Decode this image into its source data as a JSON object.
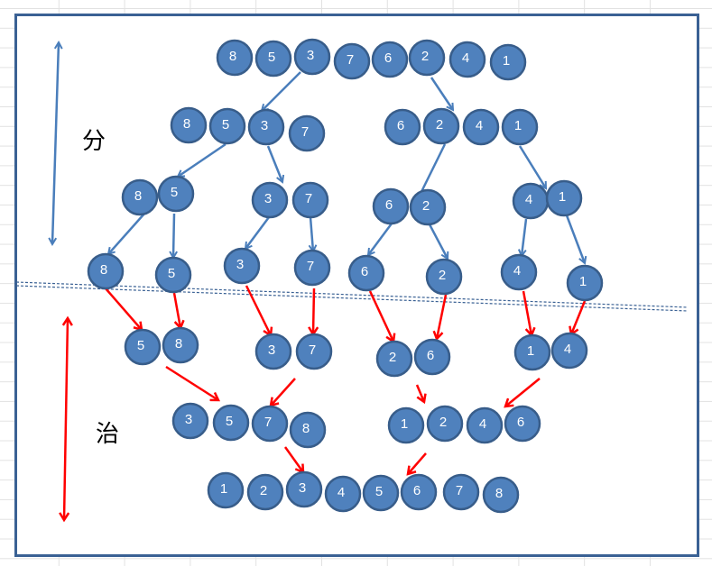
{
  "labels": {
    "divide": "分",
    "conquer": "治"
  },
  "colors": {
    "node_fill": "#4f81bd",
    "node_stroke": "#385d8a",
    "node_text": "#ffffff",
    "divide_arrow": "#4a7ebb",
    "merge_arrow": "#ff0000",
    "separator": "#3a6194"
  },
  "rows": [
    {
      "groups": [
        [
          "8",
          "5",
          "3",
          "7",
          "6",
          "2",
          "4",
          "1"
        ]
      ]
    },
    {
      "groups": [
        [
          "8",
          "5",
          "3",
          "7"
        ],
        [
          "6",
          "2",
          "4",
          "1"
        ]
      ]
    },
    {
      "groups": [
        [
          "8",
          "5"
        ],
        [
          "3",
          "7"
        ],
        [
          "6",
          "2"
        ],
        [
          "4",
          "1"
        ]
      ]
    },
    {
      "groups": [
        [
          "8"
        ],
        [
          "5"
        ],
        [
          "3"
        ],
        [
          "7"
        ],
        [
          "6"
        ],
        [
          "2"
        ],
        [
          "4"
        ],
        [
          "1"
        ]
      ]
    },
    {
      "groups": [
        [
          "5",
          "8"
        ],
        [
          "3",
          "7"
        ],
        [
          "2",
          "6"
        ],
        [
          "1",
          "4"
        ]
      ]
    },
    {
      "groups": [
        [
          "3",
          "5",
          "7",
          "8"
        ],
        [
          "1",
          "2",
          "4",
          "6"
        ]
      ]
    },
    {
      "groups": [
        [
          "1",
          "2",
          "3",
          "4",
          "5",
          "6",
          "7",
          "8"
        ]
      ]
    }
  ]
}
